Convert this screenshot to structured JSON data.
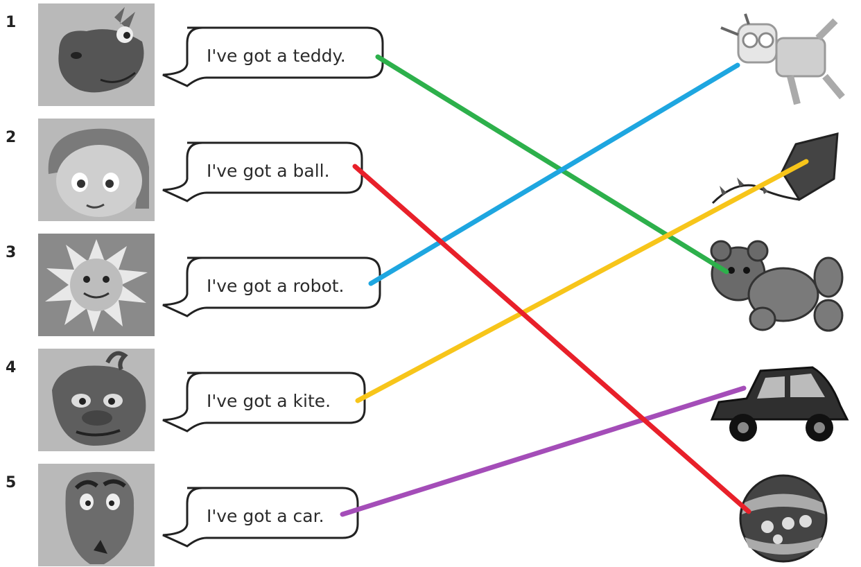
{
  "rows": [
    {
      "number": "1",
      "sentence": "I've got a teddy."
    },
    {
      "number": "2",
      "sentence": "I've got a ball."
    },
    {
      "number": "3",
      "sentence": "I've got a robot."
    },
    {
      "number": "4",
      "sentence": "I've got a kite."
    },
    {
      "number": "5",
      "sentence": "I've got a car."
    }
  ],
  "toys": [
    "robot",
    "kite",
    "teddy",
    "car",
    "ball"
  ],
  "matches": [
    {
      "sentence": "I've got a teddy.",
      "toy": "teddy",
      "color": "#2db04b"
    },
    {
      "sentence": "I've got a ball.",
      "toy": "ball",
      "color": "#e8202a"
    },
    {
      "sentence": "I've got a robot.",
      "toy": "robot",
      "color": "#1ea6e0"
    },
    {
      "sentence": "I've got a kite.",
      "toy": "kite",
      "color": "#f7c51a"
    },
    {
      "sentence": "I've got a car.",
      "toy": "car",
      "color": "#a44db8"
    }
  ]
}
